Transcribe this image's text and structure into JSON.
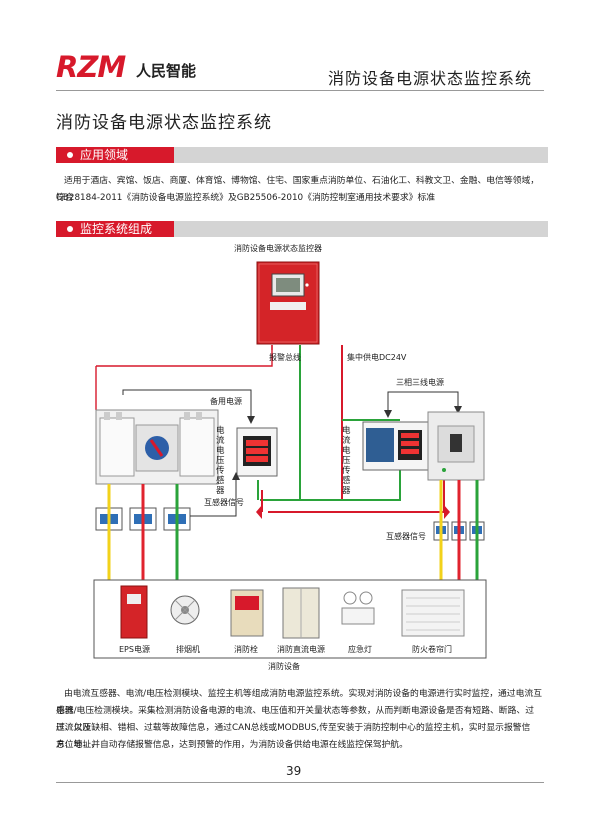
{
  "header": {
    "logo_text": "RZM",
    "logo_cn": "人民智能",
    "title": "消防设备电源状态监控系统"
  },
  "page_title": "消防设备电源状态监控系统",
  "sections": {
    "application": {
      "heading": "应用领域",
      "lines": [
        "适用于酒店、宾馆、饭店、商厦、体育馆、博物馆、住宅、国家重点消防单位、石油化工、科教文卫、金融、电信等领域，符合",
        "GB28184-2011《消防设备电源监控系统》及GB25506-2010《消防控制室通用技术要求》标准"
      ]
    },
    "composition": {
      "heading": "监控系统组成"
    }
  },
  "diagram": {
    "monitor_label": "消防设备电源状态监控器",
    "alarm_bus": "报警总线",
    "dc_supply": "集中供电DC24V",
    "three_phase": "三相三线电源",
    "backup_power": "备用电源",
    "sensor_left": "电流电压传感器",
    "sensor_right": "电流电压传感器",
    "ct_signal_left": "互感器信号",
    "ct_signal_right": "互感器信号",
    "devices_caption": "消防设备",
    "devices": [
      "EPS电源",
      "排烟机",
      "消防栓",
      "消防直流电源",
      "应急灯",
      "防火卷帘门"
    ]
  },
  "description": {
    "lines": [
      "由电流互感器、电流/电压检测模块、监控主机等组成消防电源监控系统。实现对消防设备的电源进行实时监控，通过电流互感器",
      "电流/电压检测模块。采集检测消防设备电源的电流、电压值和开关量状态等参数，从而判断电源设备是否有短路、断路、过压、欠压",
      "过流以及缺相、错相、过载等故障信息，通过CAN总线或MODBUS,传至安装于消防控制中心的监控主机，实时显示报警信息、地址、",
      "方位等，并自动存储报警信息，达到预警的作用，为消防设备供给电源在线监控保驾护航。"
    ]
  },
  "page_number": "39",
  "colors": {
    "brand_red": "#d7192b",
    "bar_gray": "#d4d4d4",
    "wire_red": "#e0232e",
    "wire_green": "#2aa33a",
    "wire_yellow": "#f2d21a"
  }
}
